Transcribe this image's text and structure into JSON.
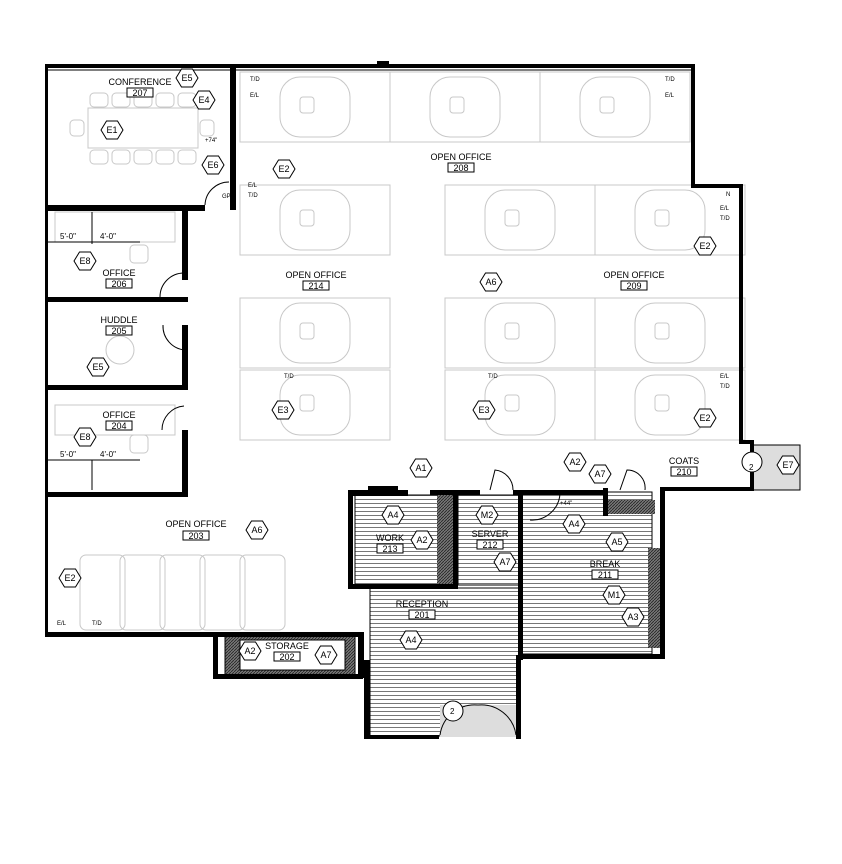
{
  "rooms": {
    "conference": {
      "name": "CONFERENCE",
      "number": "207"
    },
    "open_office_208": {
      "name": "OPEN OFFICE",
      "number": "208"
    },
    "open_office_214": {
      "name": "OPEN OFFICE",
      "number": "214"
    },
    "open_office_209": {
      "name": "OPEN OFFICE",
      "number": "209"
    },
    "office_206": {
      "name": "OFFICE",
      "number": "206"
    },
    "huddle": {
      "name": "HUDDLE",
      "number": "205"
    },
    "office_204": {
      "name": "OFFICE",
      "number": "204"
    },
    "open_office_203": {
      "name": "OPEN OFFICE",
      "number": "203"
    },
    "work": {
      "name": "WORK",
      "number": "213"
    },
    "server": {
      "name": "SERVER",
      "number": "212"
    },
    "break": {
      "name": "BREAK",
      "number": "211"
    },
    "reception": {
      "name": "RECEPTION",
      "number": "201"
    },
    "storage": {
      "name": "STORAGE",
      "number": "202"
    },
    "coats": {
      "name": "COATS",
      "number": "210"
    }
  },
  "tags": [
    "E5",
    "E4",
    "E1",
    "E6",
    "E2",
    "E8",
    "E5",
    "E8",
    "E3",
    "E3",
    "A6",
    "E2",
    "E2",
    "A6",
    "E2",
    "A1",
    "A2",
    "A7",
    "E7",
    "A4",
    "A2",
    "M2",
    "A4",
    "A5",
    "A7",
    "M1",
    "A3",
    "A4",
    "A2",
    "A7"
  ],
  "dimensions": [
    "5'-0\"",
    "4'-0\"",
    "5'-0\"",
    "4'-0\""
  ],
  "annotations": {
    "td": "T/D",
    "el": "E/L",
    "n": "N",
    "gp": "GP",
    "h74": "+74\"",
    "h44": "+44\"",
    "door2": "2"
  },
  "colors": {
    "wall": "#000000",
    "furniture": "#c8c8c8",
    "hatch_fill": "#888888"
  }
}
